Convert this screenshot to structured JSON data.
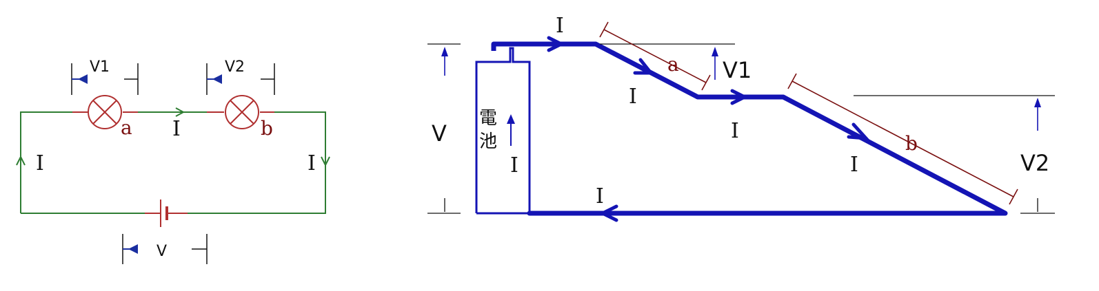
{
  "colors": {
    "wire": "#2e7d32",
    "lamp": "#b03030",
    "battery": "#b03030",
    "arrow": "#1a2ea0",
    "dark_red": "#7a1010",
    "blue": "#1414b4",
    "text": "#111111"
  },
  "circuit": {
    "current_label": "I",
    "lamp_a_label": "a",
    "lamp_b_label": "b",
    "voltage_v1_label": "V1",
    "voltage_v2_label": "V2",
    "voltage_total_label": "V"
  },
  "potential_diagram": {
    "current_label": "I",
    "battery_label": "電\n池",
    "battery_label_line1": "電",
    "battery_label_line2": "池",
    "segment_a_label": "a",
    "segment_b_label": "b",
    "voltage_total_label": "V",
    "voltage_v1_label": "V1",
    "voltage_v2_label": "V2"
  }
}
